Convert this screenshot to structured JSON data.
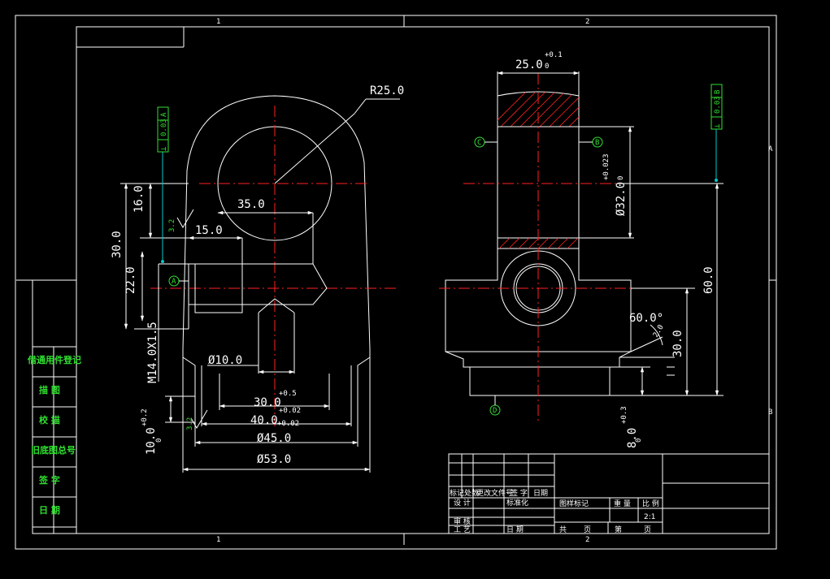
{
  "zones": {
    "top_1": "1",
    "top_2": "2",
    "bottom_1": "1",
    "bottom_2": "2",
    "right_a": "A",
    "right_b": "B"
  },
  "front_view": {
    "radius": "R25.0",
    "dim_35": "35.0",
    "dim_15": "15.0",
    "dim_16": "16.0",
    "dim_30_left": "30.0",
    "dim_22": "22.0",
    "thread": "M14.0X1.5",
    "bore_10": "Ø10.0",
    "dim_30_tol": "30.0",
    "dim_30_tol_upper": "+0.5",
    "dim_30_tol_lower": "+0.02",
    "dim_40": "40.0",
    "dim_40_tol": "+0.02",
    "dim_45": "Ø45.0",
    "dim_53": "Ø53.0",
    "dim_10": "10.0",
    "dim_10_tol_upper": "+0.2",
    "dim_10_tol_lower": "0",
    "roughness_a": "3.2",
    "roughness_b": "3.2",
    "datum_a": "A",
    "tol_frame_sym": "⊥",
    "tol_frame_val": "0.03",
    "tol_frame_ref": "A"
  },
  "side_view": {
    "dim_25": "25.0",
    "dim_25_tol_upper": "+0.1",
    "dim_25_tol_lower": "0",
    "bore_32": "Ø32.0",
    "bore_32_tol_upper": "+0.023",
    "bore_32_tol_lower": "0",
    "dim_60": "60.0",
    "dim_30": "30.0",
    "angle": "60.0°",
    "chamfer": "2.0",
    "dim_8": "8.0",
    "dim_8_tol_upper": "+0.3",
    "dim_8_tol_lower": "0",
    "datum_b": "B",
    "datum_c": "C",
    "datum_d": "D",
    "tol_frame_sym": "⊥",
    "tol_frame_val": "0.03",
    "tol_frame_ref": "B"
  },
  "left_stamps": [
    "借通用件登记",
    "描 图",
    "校 描",
    "旧底图总号",
    "签 字",
    "日 期"
  ],
  "title_block": {
    "rev_headers": [
      "标记处数",
      "更改文件号",
      "签 字",
      "日期"
    ],
    "design": "设 计",
    "standardize": "标准化",
    "review": "审 核",
    "process": "工 艺",
    "date": "日 期",
    "stage_mark": "图样标记",
    "weight": "重 量",
    "scale": "比 例",
    "scale_value": "2:1",
    "total": "共",
    "sheets": "页",
    "no": "第",
    "page": "页"
  }
}
